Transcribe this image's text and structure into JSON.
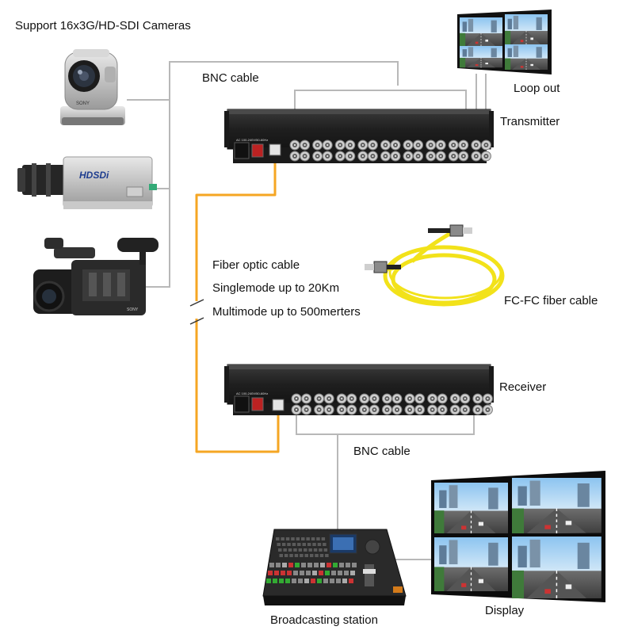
{
  "labels": {
    "cameras_title": "Support 16x3G/HD-SDI Cameras",
    "bnc_cable_top": "BNC cable",
    "loop_out": "Loop out",
    "transmitter": "Transmitter",
    "fiber_line1": "Fiber optic cable",
    "fiber_line2": "Singlemode up to 20Km",
    "fiber_line3": "Multimode up to 500merters",
    "fc_fc_cable": "FC-FC fiber cable",
    "receiver": "Receiver",
    "bnc_cable_bottom": "BNC cable",
    "broadcasting_station": "Broadcasting station",
    "display": "Display"
  },
  "device_text": {
    "cam1_brand": "SONY",
    "cam2_brand": "HDSDi",
    "cam3_brand": "SONY",
    "power_spec": "AC 100-240V/50-60Hz"
  },
  "colors": {
    "fiber": "#f5a623",
    "cable_gray": "#b8b8b8",
    "chassis": "#2b2b2b",
    "fiber_spool": "#f2e21a"
  }
}
